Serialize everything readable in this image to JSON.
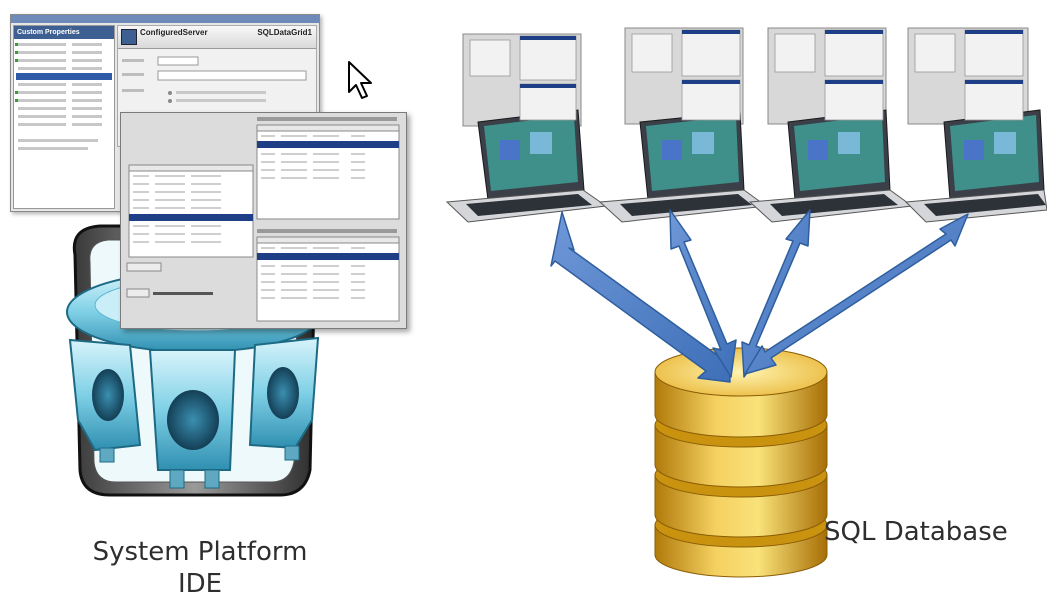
{
  "labels": {
    "ide_line1": "System Platform",
    "ide_line2": "IDE",
    "database": "SQL Database"
  },
  "ide_window": {
    "left_panel_title": "Custom Properties",
    "object_title": "ConfiguredServer",
    "object_subtitle": "SQLDataGrid1"
  },
  "colors": {
    "arrow": "#4d7ec6",
    "arrow_stroke": "#2e5e9e",
    "database": "#f2c33a",
    "platform": "#7fd0e6"
  }
}
